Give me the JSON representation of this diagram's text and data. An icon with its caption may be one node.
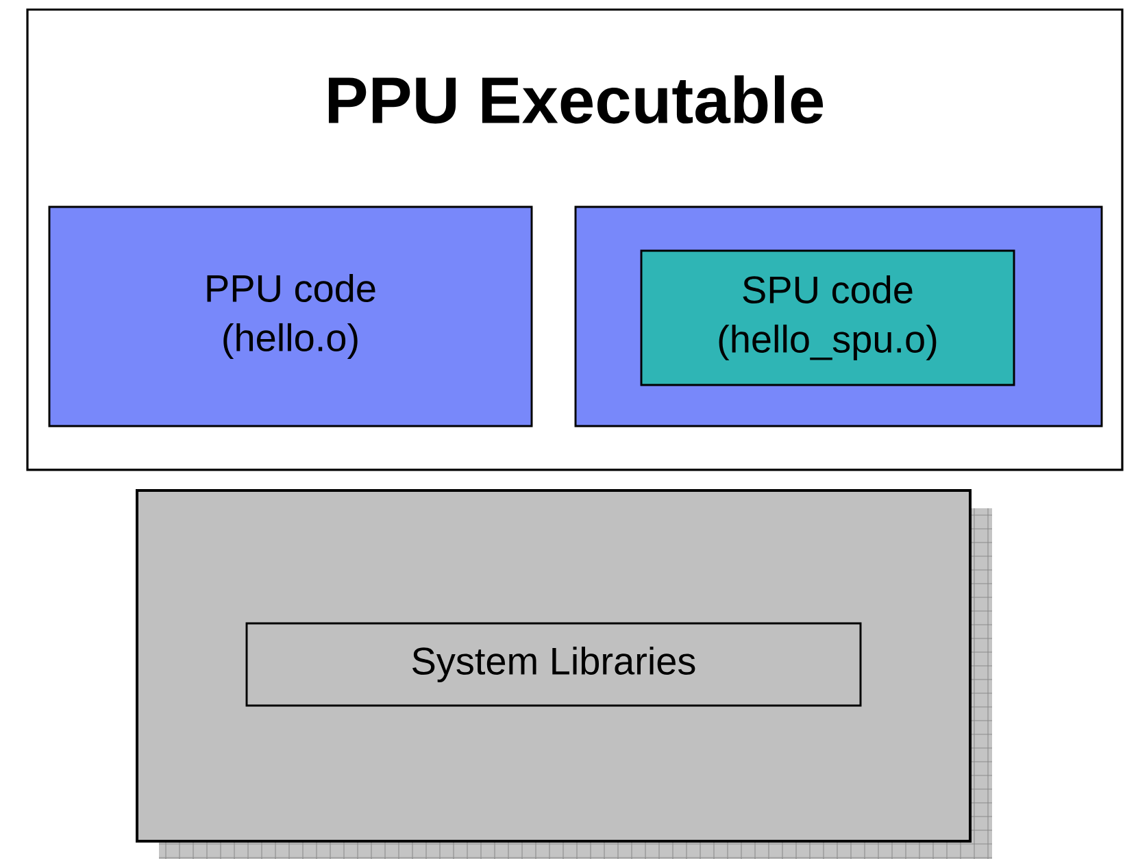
{
  "diagram": {
    "nodes": [
      {
        "text": [
          "PPU Executable"
        ]
      },
      {
        "text": [
          "PPU code (hello.o)"
        ],
        "in": 0
      },
      {
        "text": [],
        "shape": "box",
        "in": 0
      },
      {
        "text": [
          "SPU code (hello_spu.o)"
        ],
        "in": 2
      },
      {
        "text": [],
        "shape": "box"
      },
      {
        "text": [
          "System Libraries"
        ],
        "in": 4
      }
    ]
  }
}
